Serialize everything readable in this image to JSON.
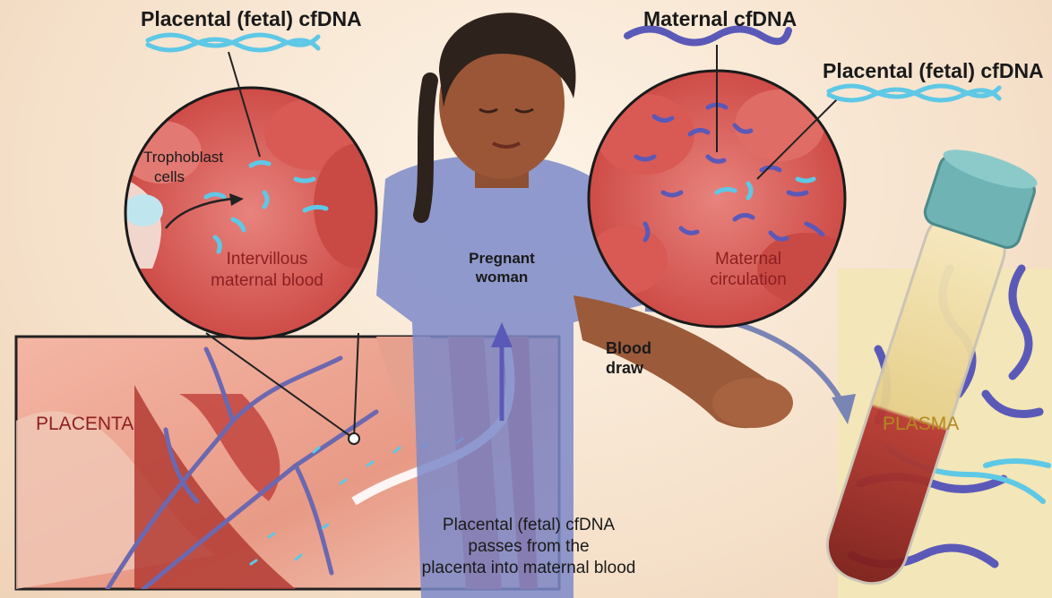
{
  "labels": {
    "placental_top_left": "Placental (fetal) cfDNA",
    "maternal_top_right": "Maternal cfDNA",
    "placental_top_right": "Placental (fetal) cfDNA",
    "trophoblast_line1": "Trophoblast",
    "trophoblast_line2": "cells",
    "intervillous_line1": "Intervillous",
    "intervillous_line2": "maternal blood",
    "pregnant_line1": "Pregnant",
    "pregnant_line2": "woman",
    "maternal_circ_line1": "Maternal",
    "maternal_circ_line2": "circulation",
    "blood_draw_line1": "Blood",
    "blood_draw_line2": "draw",
    "placenta": "PLACENTA",
    "plasma": "PLASMA",
    "passes_line1": "Placental (fetal) cfDNA",
    "passes_line2": "passes from the",
    "passes_line3": "placenta into maternal blood"
  },
  "colors": {
    "fetal_dna": "#5ec8e6",
    "maternal_dna": "#5b59b8",
    "blood": "#d9534f",
    "plasma": "#f3e6b8"
  }
}
